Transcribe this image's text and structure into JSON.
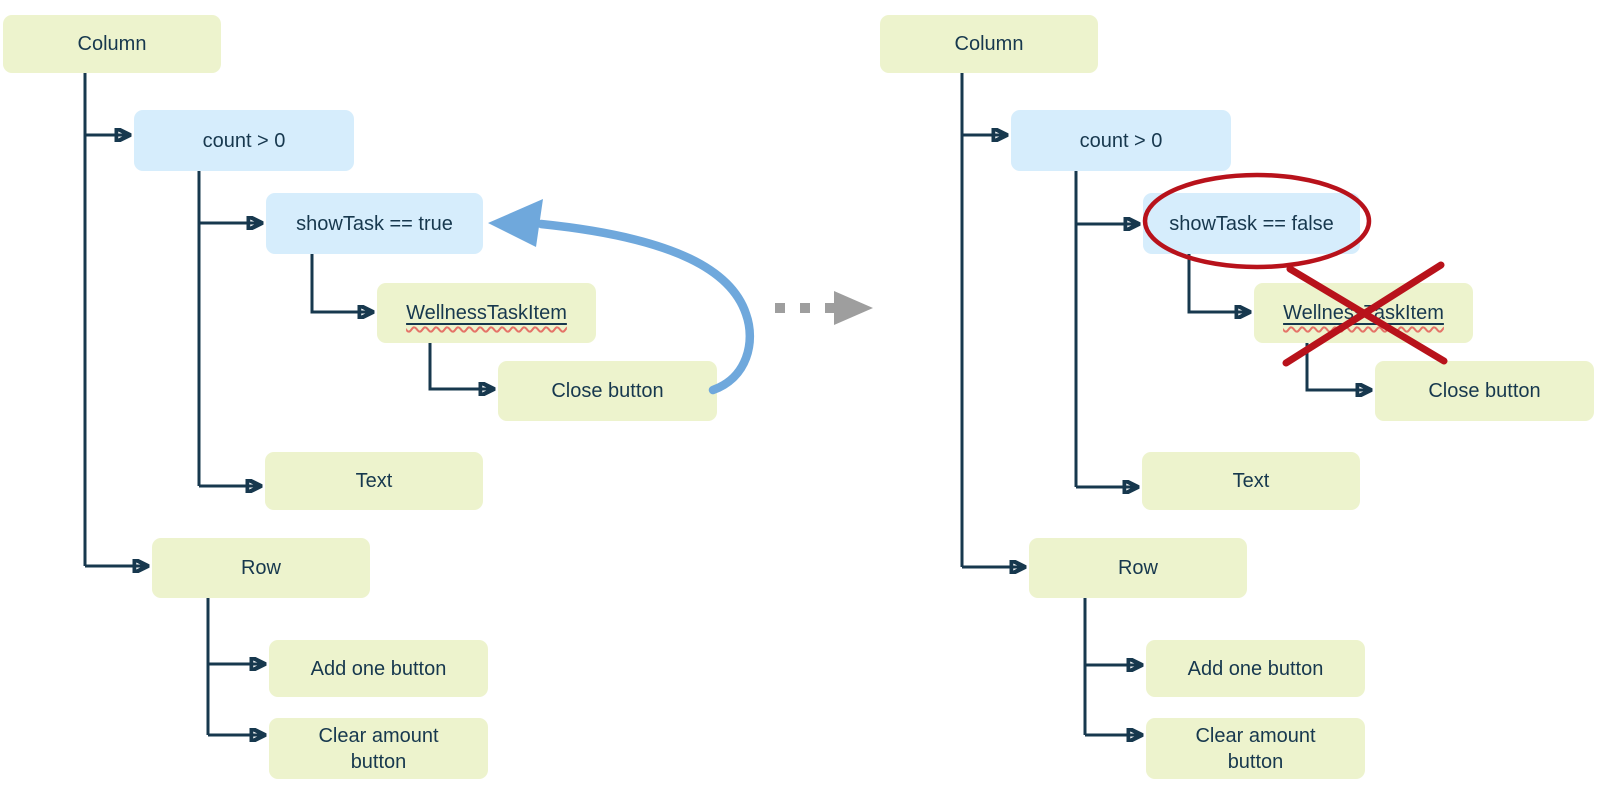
{
  "diagram": {
    "description_labels": {
      "left_panel": "component tree before state change",
      "right_panel": "component tree after state change"
    },
    "colors": {
      "node_green_fill": "#edf3cd",
      "node_blue_fill": "#d6edfc",
      "line_and_text": "#17384e",
      "loop_arrow_blue": "#6fa8dc",
      "transition_arrow_gray": "#9e9e9e",
      "annotation_red": "#b8121b",
      "squiggle_red": "#e57368"
    }
  },
  "left_tree": {
    "column_label": "Column",
    "count_condition_label": "count > 0",
    "show_task_condition_label": "showTask == true",
    "wellness_task_item_label": "WellnessTaskItem",
    "close_button_label": "Close button",
    "text_label": "Text",
    "row_label": "Row",
    "add_one_button_label": "Add one button",
    "clear_amount_button_label": "Clear amount button"
  },
  "right_tree": {
    "column_label": "Column",
    "count_condition_label": "count > 0",
    "show_task_condition_label": "showTask == false",
    "wellness_task_item_label": "WellnessTaskItem",
    "close_button_label": "Close button",
    "text_label": "Text",
    "row_label": "Row",
    "add_one_button_label": "Add one button",
    "clear_amount_button_label": "Clear amount button"
  }
}
